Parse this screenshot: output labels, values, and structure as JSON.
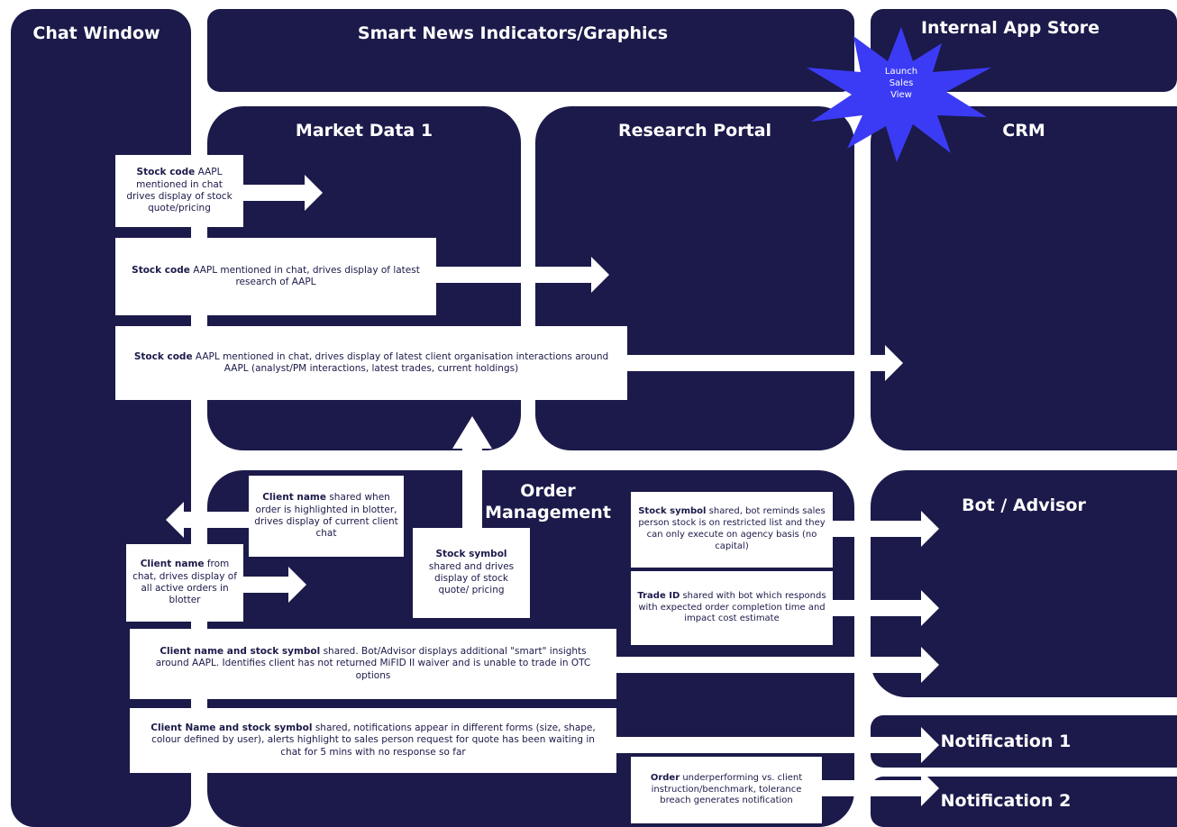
{
  "panels": {
    "chat": "Chat Window",
    "smart_news": "Smart News Indicators/Graphics",
    "app_store": "Internal App Store",
    "market_data": "Market Data 1",
    "research": "Research Portal",
    "crm": "CRM",
    "order_mgmt": "Order\nManagement",
    "bot": "Bot / Advisor",
    "notif1": "Notification 1",
    "notif2": "Notification 2"
  },
  "burst": "Launch\nSales\nView",
  "notes": {
    "n1": {
      "bold": "Stock code",
      "text": " AAPL mentioned in chat drives display of stock quote/pricing"
    },
    "n2": {
      "bold": "Stock code",
      "text": " AAPL mentioned in chat, drives display of latest research of AAPL"
    },
    "n3": {
      "bold": "Stock code",
      "text": " AAPL mentioned in chat, drives display of latest client organisation interactions around AAPL (analyst/PM interactions, latest trades, current holdings)"
    },
    "n4": {
      "bold": "Client name",
      "text": " shared when order is highlighted in blotter, drives display of current client chat"
    },
    "n5": {
      "bold": "Client name",
      "text": " from chat, drives display of all active orders in blotter"
    },
    "n6": {
      "bold": "Stock symbol",
      "text": " shared and drives display of stock quote/ pricing"
    },
    "n7": {
      "bold": "Stock symbol",
      "text": " shared, bot reminds sales person stock is on restricted list and they can only execute on agency basis (no capital)"
    },
    "n8": {
      "bold": "Trade ID",
      "text": " shared with bot which responds with expected order completion time and impact cost estimate"
    },
    "n9": {
      "bold": "Client name and stock symbol",
      "text": " shared. Bot/Advisor displays additional \"smart\" insights around AAPL. Identifies client has not returned MiFID II waiver and is unable to trade in OTC options"
    },
    "n10": {
      "bold": "Client Name and stock symbol",
      "text": " shared, notifications appear in different forms (size, shape, colour defined by user), alerts highlight to sales person request for quote has been waiting in chat for 5 mins with no response so far"
    },
    "n11": {
      "bold": "Order",
      "text": " underperforming vs. client instruction/benchmark, tolerance breach generates notification"
    }
  },
  "colors": {
    "panel": "#1b1a4a",
    "burst": "#3b3bf5",
    "background": "#ffffff"
  }
}
